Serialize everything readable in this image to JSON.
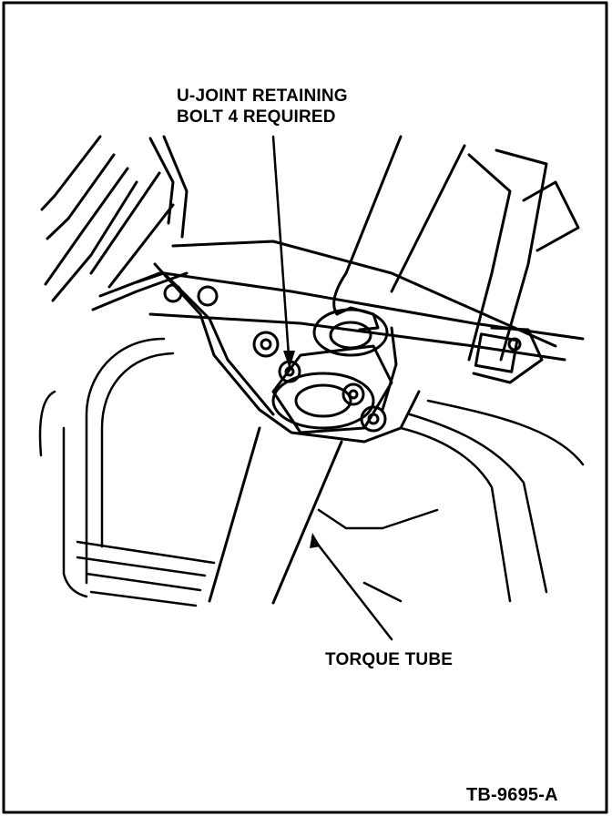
{
  "figure": {
    "callouts": {
      "ujoint_bolt": {
        "line1": "U-JOINT RETAINING",
        "line2": "BOLT 4 REQUIRED"
      },
      "torque_tube": "TORQUE TUBE"
    },
    "figure_id": "TB-9695-A"
  }
}
